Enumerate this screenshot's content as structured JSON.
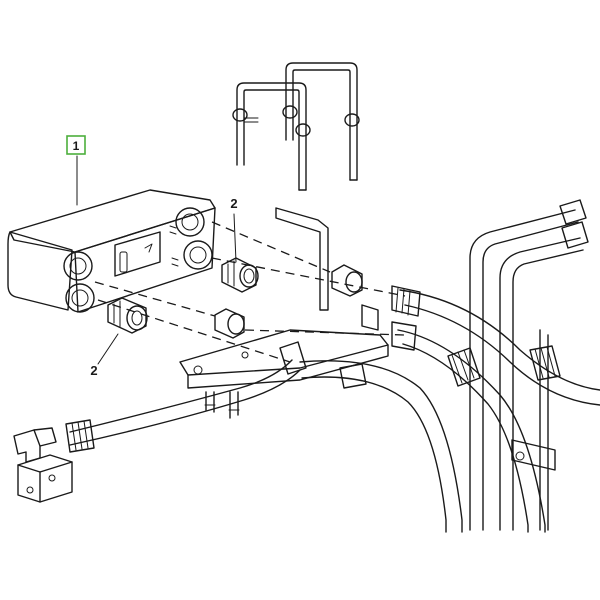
{
  "callouts": {
    "part_1": "1",
    "part_2_top": "2",
    "part_2_bottom": "2"
  },
  "colors": {
    "callout_border": "#4caf3c",
    "line": "#1a1a1a",
    "fill": "#ffffff"
  },
  "icons": [
    "oil-cooler",
    "fitting",
    "u-bolt-bracket",
    "hydraulic-hose",
    "mounting-bracket",
    "valve-block"
  ]
}
